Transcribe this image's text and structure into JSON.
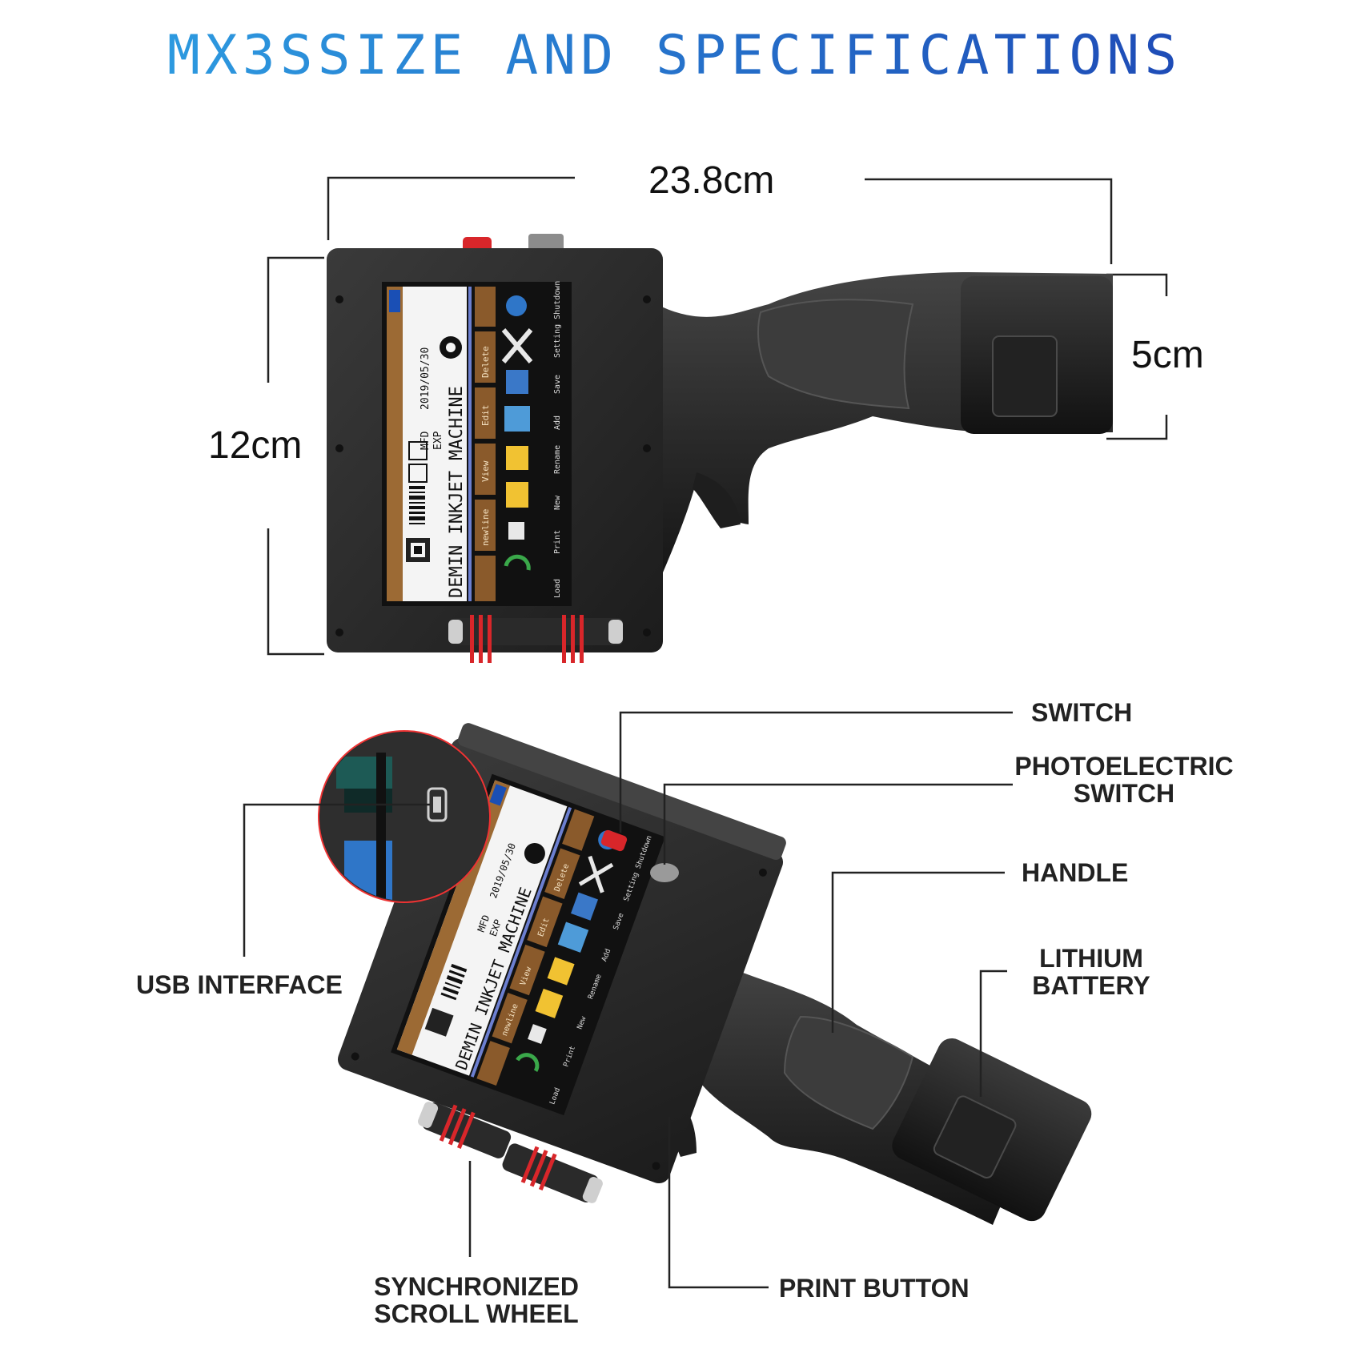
{
  "title": "MX3SSIZE AND SPECIFICATIONS",
  "dimensions": {
    "length": "23.8cm",
    "height": "12cm",
    "battery_diameter": "5cm"
  },
  "screen": {
    "product_name": "DEMIN INKJET MACHINE",
    "mfd_label": "MFD",
    "exp_label": "EXP",
    "date": "2019/05/30",
    "menu_tabs": [
      "Delete",
      "Edit",
      "View",
      "newline"
    ],
    "icon_labels": [
      "Load",
      "Print",
      "New",
      "Rename",
      "Add",
      "Save",
      "Setting Shutdown"
    ]
  },
  "callouts": {
    "switch": "SWITCH",
    "photoelectric_line1": "PHOTOELECTRIC",
    "photoelectric_line2": "SWITCH",
    "handle": "HANDLE",
    "battery_line1": "LITHIUM",
    "battery_line2": "BATTERY",
    "usb": "USB INTERFACE",
    "wheel_line1": "SYNCHRONIZED",
    "wheel_line2": "SCROLL WHEEL",
    "print_button": "PRINT BUTTON"
  },
  "colors": {
    "title_start": "#2fa6e6",
    "title_end": "#1c3fb0",
    "body": "#2a2a2a",
    "tab": "#8a5a2b",
    "switch_red": "#d8262a",
    "usb_blue": "#2f76c8"
  }
}
